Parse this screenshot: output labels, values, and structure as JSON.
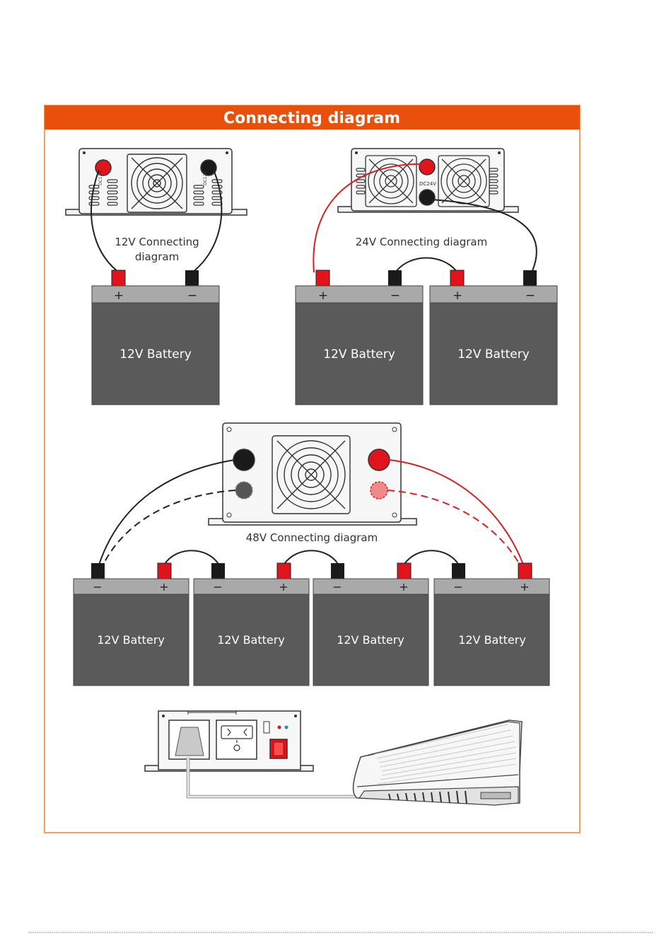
{
  "title": "Connecting diagram",
  "colors": {
    "accent": "#e8500c",
    "red_terminal": "#e0141c",
    "black_terminal": "#1a1a1a",
    "battery_body": "#5a5a5a",
    "battery_top": "#a9a9a9",
    "red_wire": "#d42020",
    "black_wire": "#222222"
  },
  "sections": {
    "v12": {
      "caption_line1": "12V Connecting",
      "caption_line2": "diagram",
      "inverter_label_left": "DC12V",
      "inverter_label_right": "DC12V",
      "battery": {
        "label": "12V Battery",
        "plus": "+",
        "minus": "−"
      }
    },
    "v24": {
      "caption": "24V Connecting diagram",
      "inverter_label": "DC24V",
      "batteries": [
        {
          "label": "12V Battery",
          "plus": "+",
          "minus": "−"
        },
        {
          "label": "12V Battery",
          "plus": "+",
          "minus": "−"
        }
      ]
    },
    "v48": {
      "caption": "48V Connecting diagram",
      "batteries": [
        {
          "label": "12V Battery",
          "minus": "−",
          "plus": "+"
        },
        {
          "label": "12V Battery",
          "minus": "−",
          "plus": "+"
        },
        {
          "label": "12V Battery",
          "minus": "−",
          "plus": "+"
        },
        {
          "label": "12V Battery",
          "minus": "−",
          "plus": "+"
        }
      ]
    }
  }
}
